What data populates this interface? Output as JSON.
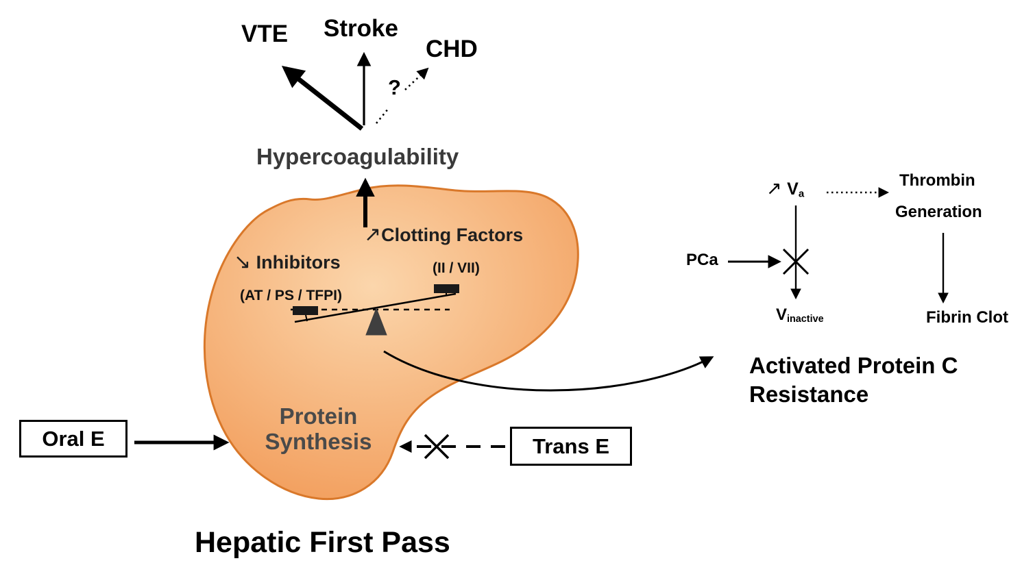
{
  "diagram_title": "Hepatic First Pass",
  "outcomes": {
    "vte": "VTE",
    "stroke": "Stroke",
    "chd": "CHD",
    "question_mark": "?"
  },
  "hypercoagulability_label": "Hypercoagulability",
  "liver": {
    "clotting_arrow": "↗",
    "clotting_factors_label": "Clotting Factors",
    "clotting_factors_sub": "(II / VII)",
    "inhibitors_arrow": "↘",
    "inhibitors_label": " Inhibitors",
    "inhibitors_sub": "(AT / PS / TFPI)",
    "protein_synthesis_line1": "Protein",
    "protein_synthesis_line2": "Synthesis"
  },
  "estrogen_inputs": {
    "oral_label": "Oral E",
    "trans_label": "Trans E"
  },
  "apc_pathway": {
    "va_arrow": "↗ ",
    "va_base": "V",
    "va_subscript": "a",
    "thrombin_line1": "Thrombin",
    "thrombin_line2": "Generation",
    "pca_label": "PCa",
    "v_inactive_base": "V",
    "v_inactive_subscript": "inactive",
    "fibrin_clot_label": "Fibrin Clot",
    "title_line1": "Activated Protein C",
    "title_line2": "Resistance"
  },
  "colors": {
    "liver_fill_light": "#fbd6ac",
    "liver_fill_dark": "#f0914a",
    "liver_stroke": "#d9782a",
    "arrow_black": "#000000",
    "gray_text": "#3a3a3a"
  }
}
